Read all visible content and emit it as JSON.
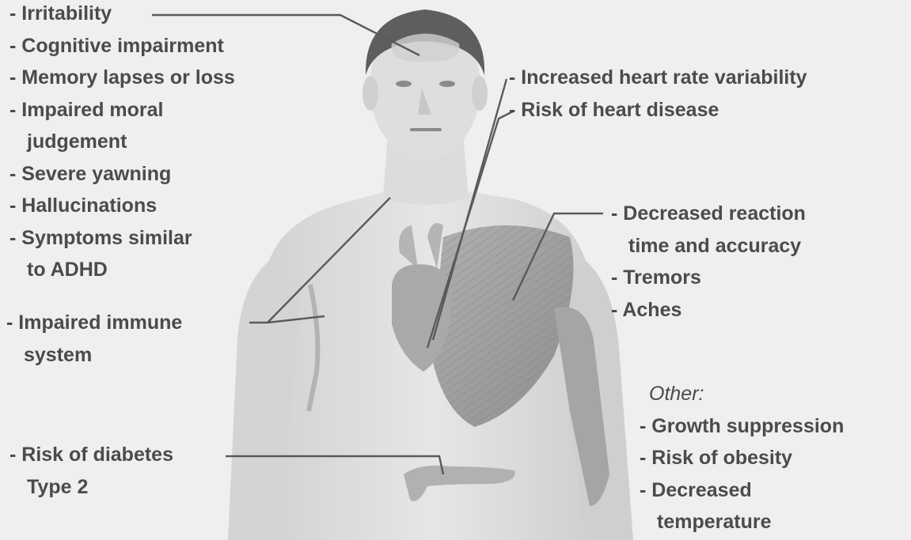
{
  "image": {
    "alt": "Anatomical illustration of a male upper body with heart, chest muscle, arm and pancreas overlays and leader lines to symptom labels"
  },
  "labels": {
    "brain": {
      "items": [
        "- Irritability",
        "- Cognitive impairment",
        "- Memory lapses or loss",
        "- Impaired moral",
        "judgement",
        "- Severe yawning",
        "- Hallucinations",
        "- Symptoms similar",
        "to ADHD"
      ]
    },
    "heart": {
      "items": [
        "- Increased heart rate variability",
        "- Risk of heart disease"
      ]
    },
    "muscle": {
      "items": [
        "- Decreased reaction",
        "time and accuracy",
        "- Tremors",
        "- Aches"
      ]
    },
    "immune": {
      "items": [
        "- Impaired immune",
        "system"
      ]
    },
    "diabetes": {
      "items": [
        "- Risk of diabetes",
        "Type 2"
      ]
    },
    "other": {
      "heading": "Other",
      "colon": ":",
      "items": [
        "- Growth suppression",
        "- Risk of obesity",
        "- Decreased",
        "temperature"
      ]
    }
  },
  "colors": {
    "background": "#efefef",
    "text": "#4b4b4b",
    "leader_line": "#5a5a5a",
    "skin": "#e3e3e3",
    "skin_shadow": "#cdcdcd",
    "hair": "#5e5e5e",
    "organ": "#a9a9a9",
    "muscle": "#9a9a9a"
  }
}
